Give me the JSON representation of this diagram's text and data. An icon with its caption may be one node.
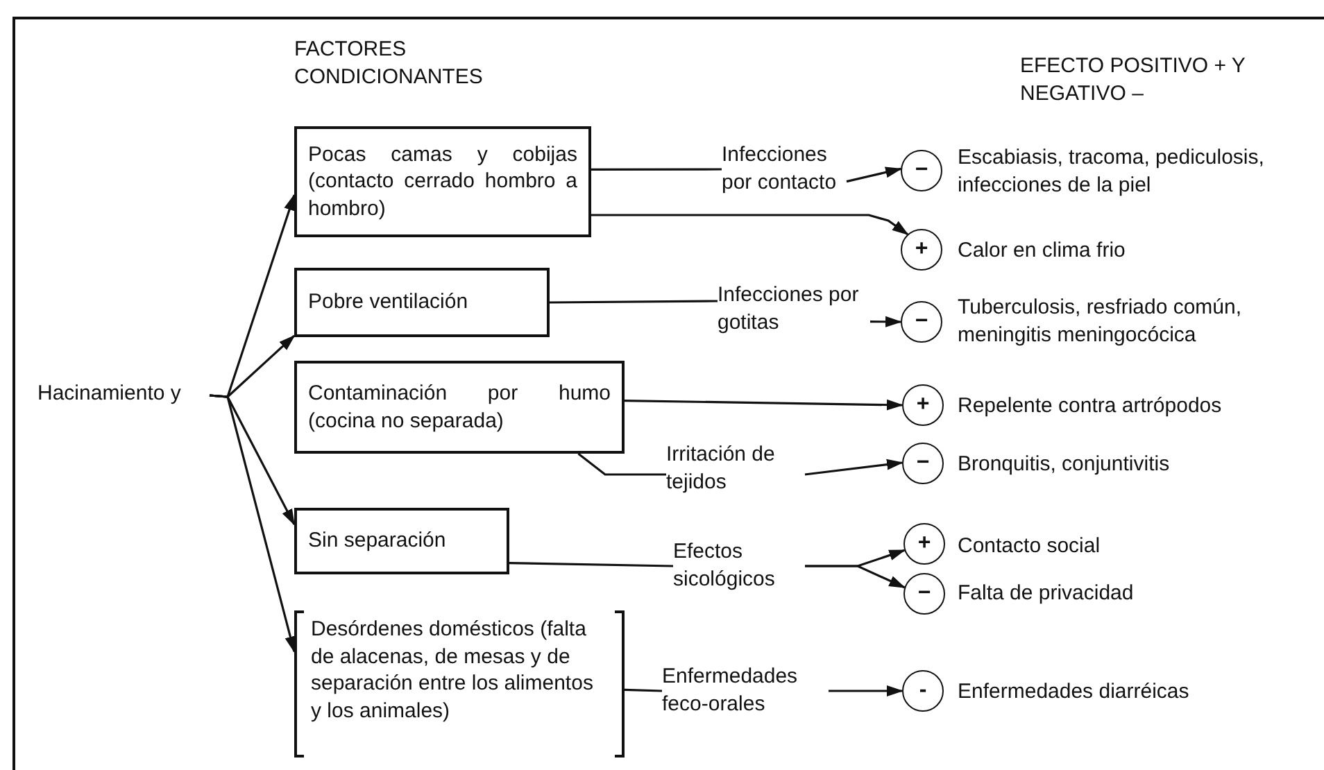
{
  "diagram": {
    "nodes": [
      {
        "text": [
          "Hacinamiento y"
        ]
      },
      {
        "text": [
          "Pocas camas y cobijas (contacto cerrado hombro a hombro)"
        ]
      },
      {
        "text": [
          "Pobre ventilación"
        ]
      },
      {
        "text": [
          "Contaminación por humo (cocina no separada)"
        ]
      },
      {
        "text": [
          "Sin separación"
        ]
      },
      {
        "text": [
          "Desórdenes domésticos (falta de alacenas, de mesas y de separación entre los alimentos y los animales)"
        ]
      },
      {
        "text": [
          "Infecciones por contacto"
        ]
      },
      {
        "text": [
          "Infecciones por gotitas"
        ]
      },
      {
        "text": [
          "Irritación de tejidos"
        ]
      },
      {
        "text": [
          "Efectos sicológicos"
        ]
      },
      {
        "text": [
          "Enfermedades feco-orales"
        ]
      },
      {
        "text": [
          "−"
        ],
        "beside": [
          "Escabiasis, tracoma, pediculosis, infecciones de la piel"
        ]
      },
      {
        "text": [
          "+"
        ],
        "beside": [
          "Calor en clima frio"
        ]
      },
      {
        "text": [
          "−"
        ],
        "beside": [
          "Tuberculosis, resfriado común, meningitis meningocócica"
        ]
      },
      {
        "text": [
          "+"
        ],
        "beside": [
          "Repelente contra artrópodos"
        ]
      },
      {
        "text": [
          "−"
        ],
        "beside": [
          "Bronquitis, conjuntivitis"
        ]
      },
      {
        "text": [
          "+"
        ],
        "beside": [
          "Contacto social"
        ]
      },
      {
        "text": [
          "−"
        ],
        "beside": [
          "Falta de privacidad"
        ]
      },
      {
        "text": [
          "-"
        ],
        "beside": [
          "Enfermedades diarréicas"
        ]
      }
    ],
    "edges": [
      {
        "from": 0,
        "to": 1,
        "arrow": "to"
      },
      {
        "from": 0,
        "to": 2,
        "arrow": "to"
      },
      {
        "from": 0,
        "to": 4,
        "arrow": "to"
      },
      {
        "from": 0,
        "to": 5,
        "arrow": "to"
      },
      {
        "from": 1,
        "to": 6,
        "arrow": "none"
      },
      {
        "from": 6,
        "to": 11,
        "arrow": "to"
      },
      {
        "from": 1,
        "to": 12,
        "arrow": "to"
      },
      {
        "from": 2,
        "to": 7,
        "arrow": "none"
      },
      {
        "from": 7,
        "to": 13,
        "arrow": "to"
      },
      {
        "from": 3,
        "to": 14,
        "arrow": "to"
      },
      {
        "from": 3,
        "to": 8,
        "arrow": "none"
      },
      {
        "from": 8,
        "to": 15,
        "arrow": "to"
      },
      {
        "from": 4,
        "to": 9,
        "arrow": "none"
      },
      {
        "from": 9,
        "to": 16,
        "arrow": "to"
      },
      {
        "from": 9,
        "to": 17,
        "arrow": "to"
      },
      {
        "from": 5,
        "to": 10,
        "arrow": "none"
      },
      {
        "from": 10,
        "to": 18,
        "arrow": "to"
      }
    ],
    "labels": [
      "FACTORES CONDICIONANTES",
      "EFECTO POSITIVO + Y NEGATIVO –"
    ]
  }
}
